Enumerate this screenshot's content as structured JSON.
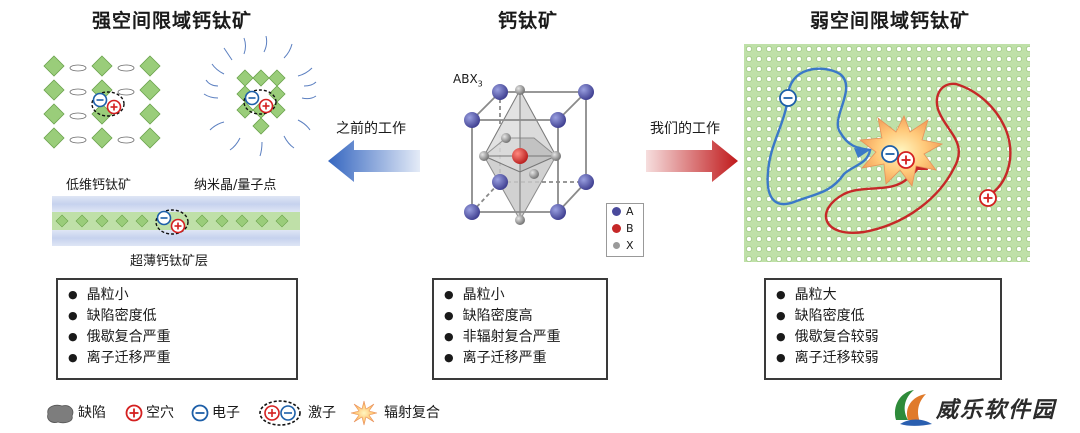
{
  "left": {
    "title": "强空间限域钙钛矿",
    "sub1": "低维钙钛矿",
    "sub2": "纳米晶/量子点",
    "sub3": "超薄钙钛矿层",
    "items": [
      "晶粒小",
      "缺陷密度低",
      "俄歇复合严重",
      "离子迁移严重"
    ]
  },
  "center": {
    "title": "钙钛矿",
    "formula_main": "ABX",
    "formula_sub": "3",
    "legend": [
      "A",
      "B",
      "X"
    ],
    "items": [
      "晶粒小",
      "缺陷密度高",
      "非辐射复合严重",
      "离子迁移严重"
    ]
  },
  "right": {
    "title": "弱空间限域钙钛矿",
    "items": [
      "晶粒大",
      "缺陷密度低",
      "俄歇复合较弱",
      "离子迁移较弱"
    ]
  },
  "arrows": {
    "left_label": "之前的工作",
    "right_label": "我们的工作"
  },
  "legend": {
    "defect": "缺陷",
    "hole": "空穴",
    "electron": "电子",
    "exciton": "激子",
    "radiative": "辐射复合"
  },
  "logo": {
    "text": "威乐软件园"
  },
  "colors": {
    "hole": "#d42020",
    "electron": "#1d5fa8",
    "octahedron": "#9acd7a",
    "lattice_bg": "#b8dba0",
    "arrow_blue": "#3566c0",
    "arrow_red": "#c0191b",
    "atom_a": "#4a4a9c",
    "atom_b": "#c62828",
    "atom_x": "#9a9a9a"
  }
}
